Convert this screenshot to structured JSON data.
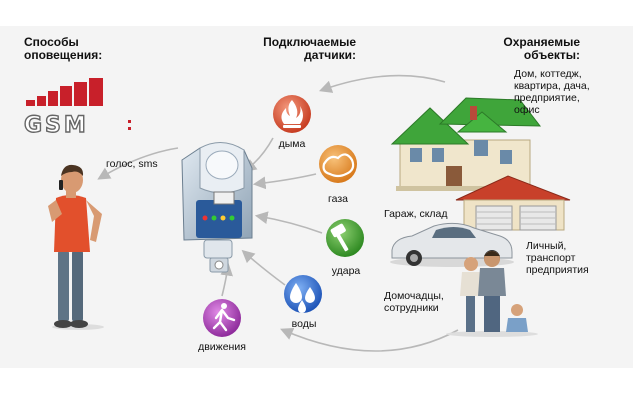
{
  "headings": {
    "notification": "Способы\nоповещения:",
    "sensors": "Подключаемые\nдатчики:",
    "objects": "Охраняемые\nобъекты:"
  },
  "gsm_logo": "GSM",
  "voice_sms": "голос, sms",
  "sensors": {
    "smoke": "дыма",
    "gas": "газа",
    "impact": "удара",
    "water": "воды",
    "motion": "движения"
  },
  "objects": {
    "house": "Дом, коттедж,\nквартира, дача,\nпредприятие,\nофис",
    "garage": "Гараж, склад",
    "car": "Личный,\nтранспорт\nпредприятия",
    "people": "Домочадцы,\nсотрудники"
  },
  "colors": {
    "gsm_red": "#c8202a",
    "smoke_sensor": "#d9462a",
    "gas_sensor": "#e8902a",
    "impact_sensor": "#3f9e2e",
    "water_sensor": "#2a66c8",
    "motion_sensor": "#a83ab0",
    "arrow_gray": "#b8b8b8"
  }
}
